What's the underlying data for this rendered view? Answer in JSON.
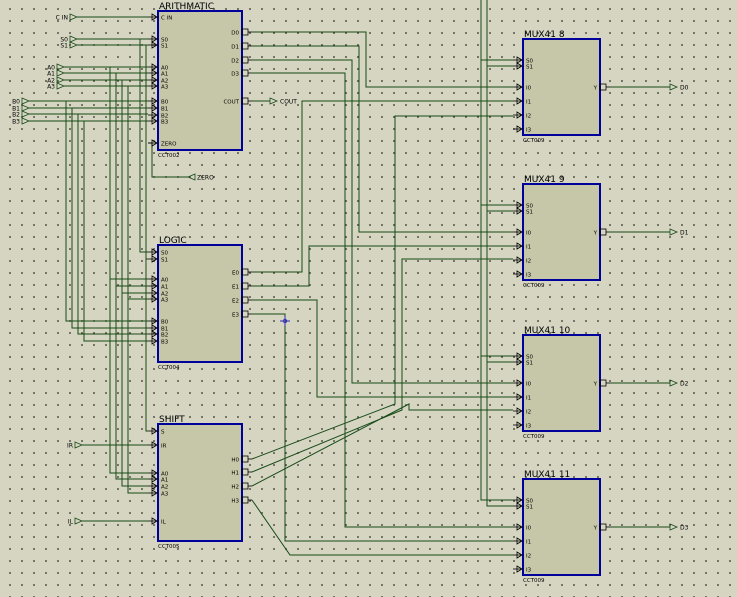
{
  "inputs": {
    "cin": "C IN",
    "s0": "S0",
    "s1": "S1",
    "a": [
      "A0",
      "A1",
      "A2",
      "A3"
    ],
    "b": [
      "B0",
      "B1",
      "B2",
      "B3"
    ],
    "ir": "IR",
    "il": "IL"
  },
  "outputs": {
    "cout": "COUT",
    "zero": "ZERO",
    "d": [
      "D0",
      "D1",
      "D2",
      "D3"
    ]
  },
  "blocks": [
    {
      "id": "arith",
      "title": "ARITHMATIC",
      "ref": "CCT002",
      "in_pins": [
        "C IN",
        "S0",
        "S1",
        "A0",
        "A1",
        "A2",
        "A3",
        "B0",
        "B1",
        "B2",
        "B3",
        "ZERO"
      ],
      "out_pins": [
        "D0",
        "D1",
        "D2",
        "D3",
        "COUT"
      ]
    },
    {
      "id": "logic",
      "title": "LOGIC",
      "ref": "CCT004",
      "in_pins": [
        "S0",
        "S1",
        "A0",
        "A1",
        "A2",
        "A3",
        "B0",
        "B1",
        "B2",
        "B3"
      ],
      "out_pins": [
        "E0",
        "E1",
        "E2",
        "E3"
      ]
    },
    {
      "id": "shift",
      "title": "SHIFT",
      "ref": "CCT005",
      "in_pins": [
        "S",
        "IR",
        "A0",
        "A1",
        "A2",
        "A3",
        "IL"
      ],
      "out_pins": [
        "H0",
        "H1",
        "H2",
        "H3"
      ]
    },
    {
      "id": "mux8",
      "title": "MUX41 8",
      "ref": "CCT009",
      "in_pins": [
        "S0",
        "S1",
        "I0",
        "I1",
        "I2",
        "I3"
      ],
      "out_pins": [
        "Y"
      ]
    },
    {
      "id": "mux9",
      "title": "MUX41 9",
      "ref": "CCT009",
      "in_pins": [
        "S0",
        "S1",
        "I0",
        "I1",
        "I2",
        "I3"
      ],
      "out_pins": [
        "Y"
      ]
    },
    {
      "id": "mux10",
      "title": "MUX41 10",
      "ref": "CCT009",
      "in_pins": [
        "S0",
        "S1",
        "I0",
        "I1",
        "I2",
        "I3"
      ],
      "out_pins": [
        "Y"
      ]
    },
    {
      "id": "mux11",
      "title": "MUX41 11",
      "ref": "CCT009",
      "in_pins": [
        "S0",
        "S1",
        "I0",
        "I1",
        "I2",
        "I3"
      ],
      "out_pins": [
        "Y"
      ]
    }
  ],
  "colors": {
    "background": "#d5d5c2",
    "block_fill": "#c6c6a8",
    "block_border": "#00009a",
    "wire": "#174a17",
    "pin": "#000000",
    "grid_dot": "#5a5a4e",
    "marker": "#2b2bb5"
  }
}
